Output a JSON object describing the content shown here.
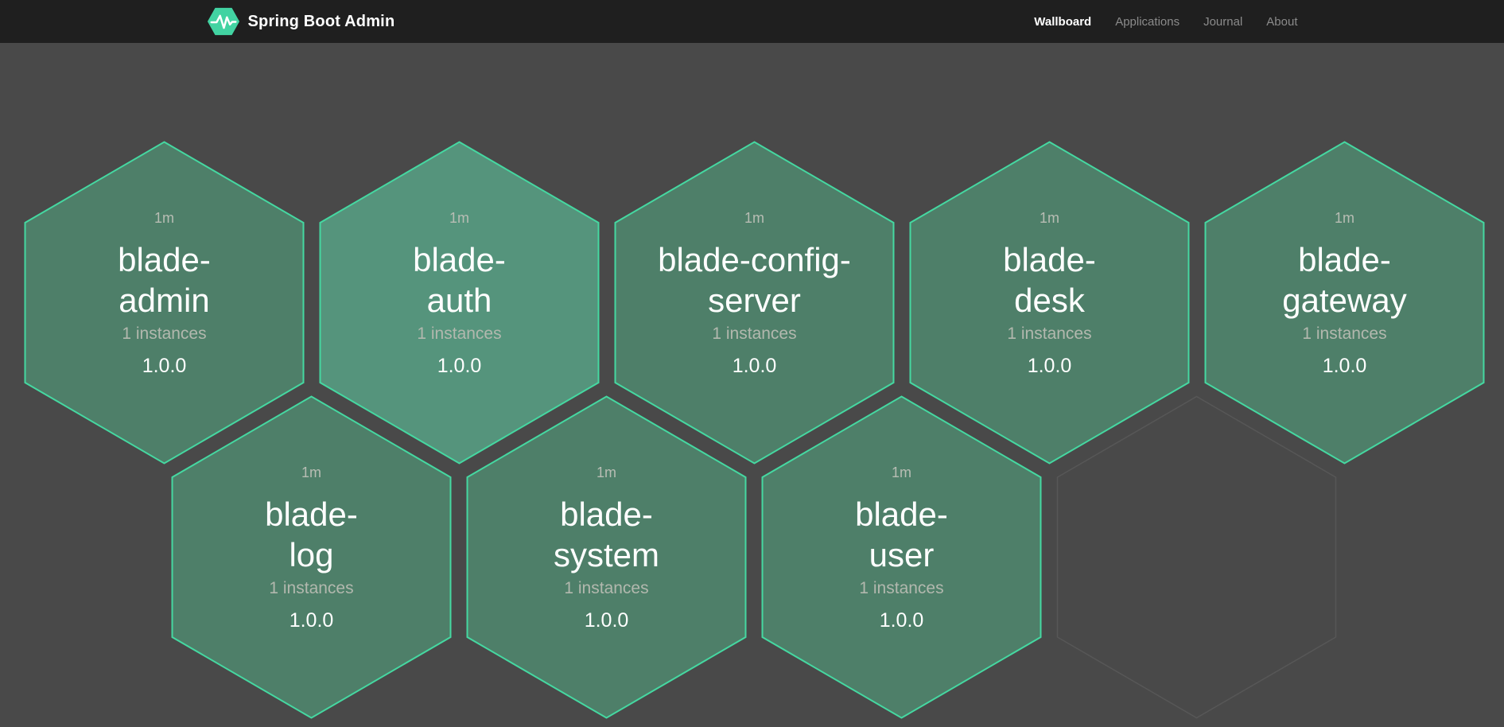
{
  "header": {
    "brand_title": "Spring Boot Admin",
    "logo_icon": "pulse-hexagon-icon",
    "nav": [
      {
        "label": "Wallboard",
        "active": true
      },
      {
        "label": "Applications",
        "active": false
      },
      {
        "label": "Journal",
        "active": false
      },
      {
        "label": "About",
        "active": false
      }
    ]
  },
  "wallboard": {
    "applications": [
      {
        "name": "blade-admin",
        "name_lines": [
          "blade-",
          "admin"
        ],
        "uptime": "1m",
        "instances": "1 instances",
        "version": "1.0.0",
        "status": "up",
        "row": 0,
        "col": 0,
        "highlighted": false
      },
      {
        "name": "blade-auth",
        "name_lines": [
          "blade-",
          "auth"
        ],
        "uptime": "1m",
        "instances": "1 instances",
        "version": "1.0.0",
        "status": "up",
        "row": 0,
        "col": 1,
        "highlighted": true
      },
      {
        "name": "blade-config-server",
        "name_lines": [
          "blade-config-",
          "server"
        ],
        "uptime": "1m",
        "instances": "1 instances",
        "version": "1.0.0",
        "status": "up",
        "row": 0,
        "col": 2,
        "highlighted": false
      },
      {
        "name": "blade-desk",
        "name_lines": [
          "blade-",
          "desk"
        ],
        "uptime": "1m",
        "instances": "1 instances",
        "version": "1.0.0",
        "status": "up",
        "row": 0,
        "col": 3,
        "highlighted": false
      },
      {
        "name": "blade-gateway",
        "name_lines": [
          "blade-",
          "gateway"
        ],
        "uptime": "1m",
        "instances": "1 instances",
        "version": "1.0.0",
        "status": "up",
        "row": 0,
        "col": 4,
        "highlighted": false
      },
      {
        "name": "blade-log",
        "name_lines": [
          "blade-",
          "log"
        ],
        "uptime": "1m",
        "instances": "1 instances",
        "version": "1.0.0",
        "status": "up",
        "row": 1,
        "col": 0,
        "highlighted": false
      },
      {
        "name": "blade-system",
        "name_lines": [
          "blade-",
          "system"
        ],
        "uptime": "1m",
        "instances": "1 instances",
        "version": "1.0.0",
        "status": "up",
        "row": 1,
        "col": 1,
        "highlighted": false
      },
      {
        "name": "blade-user",
        "name_lines": [
          "blade-",
          "user"
        ],
        "uptime": "1m",
        "instances": "1 instances",
        "version": "1.0.0",
        "status": "up",
        "row": 1,
        "col": 2,
        "highlighted": false
      }
    ],
    "empty_slot": {
      "row": 1,
      "col": 3
    }
  },
  "colors": {
    "page_bg": "#494949",
    "header_bg": "#1f1f1f",
    "brand_green": "#42d3a2",
    "hex_fill": "#4e7f69",
    "hex_fill_highlighted": "#55947c",
    "hex_stroke": "#45d8a1",
    "empty_hex_stroke": "#575757",
    "text_primary": "#ffffff",
    "text_secondary": "#b8bdb4",
    "nav_inactive": "#8b8b8b"
  }
}
